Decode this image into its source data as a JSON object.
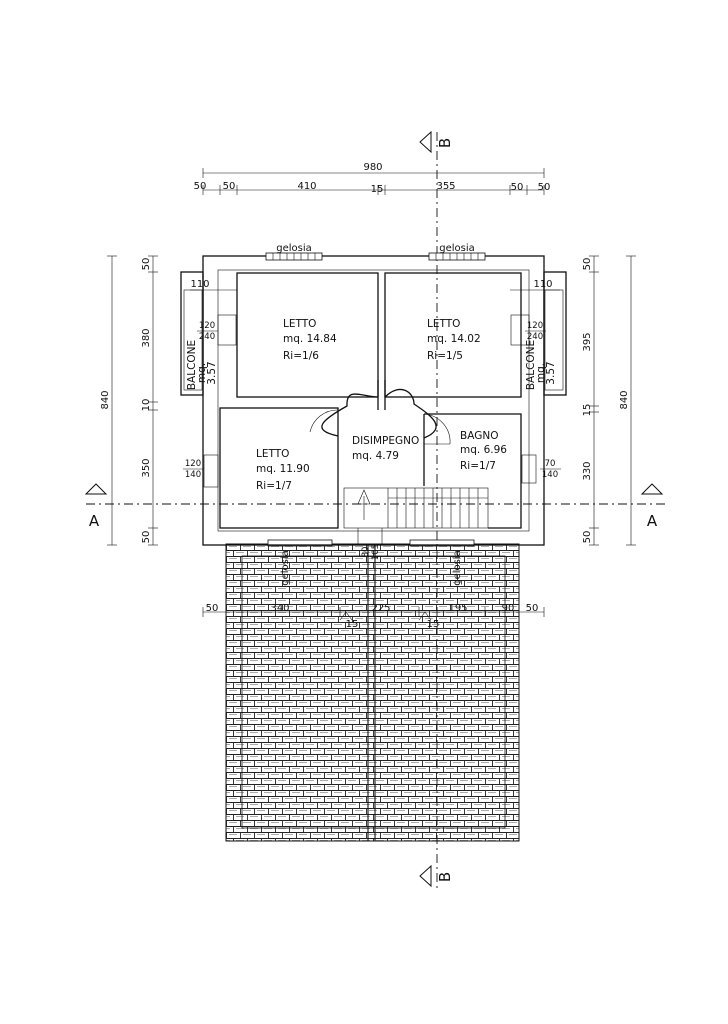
{
  "dimensions": {
    "top_total": "980",
    "top_partials": [
      "50",
      "50",
      "410",
      "15",
      "355",
      "50",
      "50"
    ],
    "left_total": "840",
    "left_partials": [
      "50",
      "380",
      "10",
      "350",
      "50"
    ],
    "right_total": "840",
    "right_partials": [
      "50",
      "395",
      "15",
      "330",
      "50"
    ],
    "roof_partials": [
      "50",
      "340",
      "225",
      "195",
      "90",
      "50"
    ],
    "roof_slope": "15",
    "roof_small": [
      "80",
      "105"
    ]
  },
  "rooms": {
    "bed_1": {
      "name": "LETTO",
      "area": "mq.  14.84",
      "ratio": "Ri=1/6"
    },
    "bed_2": {
      "name": "LETTO",
      "area": "mq.  14.02",
      "ratio": "Ri=1/5"
    },
    "bed_3": {
      "name": "LETTO",
      "area": "mq.  11.90",
      "ratio": "Ri=1/7"
    },
    "hall": {
      "name": "DISIMPEGNO",
      "area": "mq. 4.79"
    },
    "bath": {
      "name": "BAGNO",
      "area": "mq.  6.96",
      "ratio": "Ri=1/7"
    },
    "balcony_left": {
      "name": "BALCONE",
      "area": "mq.",
      "value": "3.57"
    },
    "balcony_right": {
      "name": "BALCONE",
      "area": "mq.",
      "value": "3.57"
    }
  },
  "windows": {
    "balcony_left_width": "110",
    "balcony_right_width": "110",
    "left_door_top": "120",
    "left_door_bottom": "240",
    "right_door_top": "120",
    "right_door_bottom": "240",
    "left_window_top": "120",
    "left_window_bottom": "140",
    "right_window_top": "70",
    "right_window_bottom": "140"
  },
  "labels": {
    "gelosia_1": "gelosia",
    "gelosia_2": "gelosia",
    "gelosia_3": "gelosia",
    "gelosia_4": "gelosia",
    "section_a_left": "A",
    "section_a_right": "A",
    "section_b_top": "B",
    "section_b_bottom": "B"
  }
}
